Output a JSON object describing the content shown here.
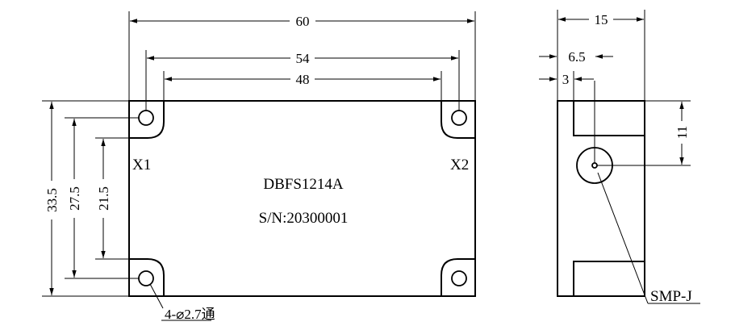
{
  "front_view": {
    "model_label": "DBFS1214A",
    "serial_label": "S/N:20300001",
    "port_left": "X1",
    "port_right": "X2",
    "hole_note": "4-⌀2.7通",
    "dims": {
      "overall_width": "60",
      "hole_spacing_outer": "54",
      "hole_spacing_inner": "48",
      "overall_height": "33.5",
      "hole_spacing_vertical_outer": "27.5",
      "hole_spacing_vertical_inner": "21.5"
    }
  },
  "side_view": {
    "connector_label": "SMP-J",
    "dims": {
      "overall_depth": "15",
      "connector_offset": "6.5",
      "step_offset": "3",
      "connector_height": "11"
    }
  }
}
